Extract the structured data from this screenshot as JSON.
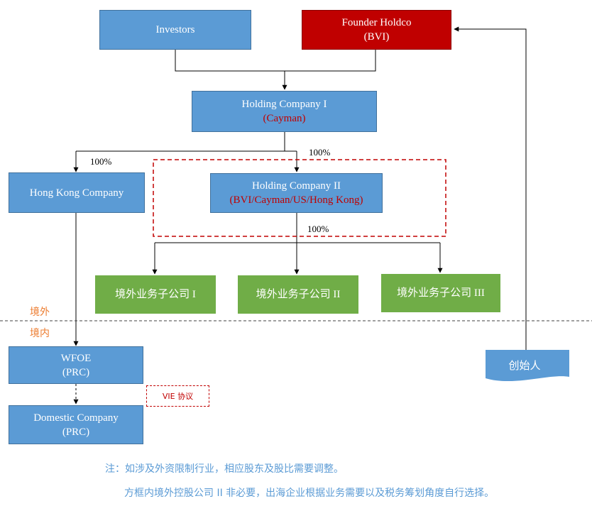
{
  "nodes": {
    "investors": {
      "label": "Investors"
    },
    "founder_holdco": {
      "line1": "Founder Holdco",
      "line2": "(BVI)"
    },
    "holding_i": {
      "line1": "Holding Company I",
      "line2": "(Cayman)"
    },
    "hong_kong": {
      "label": "Hong Kong Company"
    },
    "holding_ii": {
      "line1": "Holding Company II",
      "line2": "(BVI/Cayman/US/Hong Kong)"
    },
    "sub_1": {
      "label": "境外业务子公司 I"
    },
    "sub_2": {
      "label": "境外业务子公司 II"
    },
    "sub_3": {
      "label": "境外业务子公司 III"
    },
    "wfoe": {
      "line1": "WFOE",
      "line2": "(PRC)"
    },
    "domestic": {
      "line1": "Domestic Company",
      "line2": "(PRC)"
    },
    "founder": {
      "label": "创始人"
    }
  },
  "percentages": {
    "hk": "100%",
    "holding_ii": "100%",
    "subs": "100%"
  },
  "regions": {
    "offshore": "境外",
    "onshore": "境内"
  },
  "vie_label": "VIE 协议",
  "notes": {
    "line1": "注：如涉及外资限制行业，相应股东及股比需要调整。",
    "line2": "方框内境外控股公司 II 非必要，出海企业根据业务需要以及税务筹划角度自行选择。"
  },
  "colors": {
    "blue": "#5b9bd5",
    "red": "#c00000",
    "green": "#70ad47",
    "orange": "#ed7d31"
  }
}
